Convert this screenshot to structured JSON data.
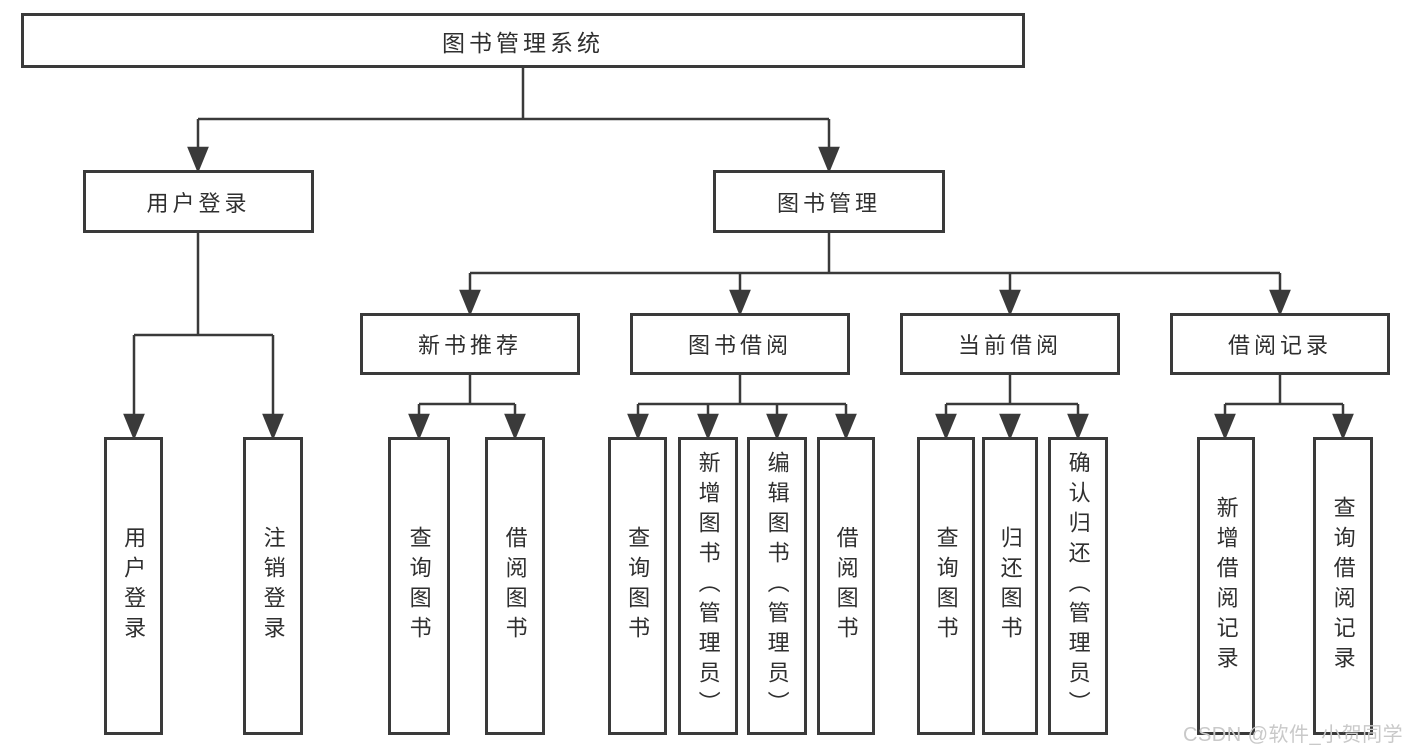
{
  "colors": {
    "line": "#3a3a3a",
    "text": "#2f2f2f",
    "background": "#ffffff",
    "watermark": "#c9c9c9"
  },
  "nodes": {
    "root": {
      "label": "图书管理系统"
    },
    "user_login": {
      "label": "用户登录"
    },
    "book_management": {
      "label": "图书管理"
    },
    "new_book_recommend": {
      "label": "新书推荐"
    },
    "book_borrow": {
      "label": "图书借阅"
    },
    "current_borrow": {
      "label": "当前借阅"
    },
    "borrow_records": {
      "label": "借阅记录"
    },
    "leaf_user_login": {
      "label": "用户登录"
    },
    "leaf_logout": {
      "label": "注销登录"
    },
    "leaf_rec_query": {
      "label": "查询图书"
    },
    "leaf_rec_borrow": {
      "label": "借阅图书"
    },
    "leaf_bb_query": {
      "label": "查询图书"
    },
    "leaf_bb_add": {
      "label": "新增图书（管理员）"
    },
    "leaf_bb_edit": {
      "label": "编辑图书（管理员）"
    },
    "leaf_bb_borrow": {
      "label": "借阅图书"
    },
    "leaf_cb_query": {
      "label": "查询图书"
    },
    "leaf_cb_return": {
      "label": "归还图书"
    },
    "leaf_cb_confirm": {
      "label": "确认归还（管理员）"
    },
    "leaf_br_add": {
      "label": "新增借阅记录"
    },
    "leaf_br_query": {
      "label": "查询借阅记录"
    }
  },
  "tree": {
    "图书管理系统": {
      "用户登录": [
        "用户登录",
        "注销登录"
      ],
      "图书管理": {
        "新书推荐": [
          "查询图书",
          "借阅图书"
        ],
        "图书借阅": [
          "查询图书",
          "新增图书（管理员）",
          "编辑图书（管理员）",
          "借阅图书"
        ],
        "当前借阅": [
          "查询图书",
          "归还图书",
          "确认归还（管理员）"
        ],
        "借阅记录": [
          "新增借阅记录",
          "查询借阅记录"
        ]
      }
    }
  },
  "watermark": {
    "text": "CSDN @软件_小贺同学"
  }
}
